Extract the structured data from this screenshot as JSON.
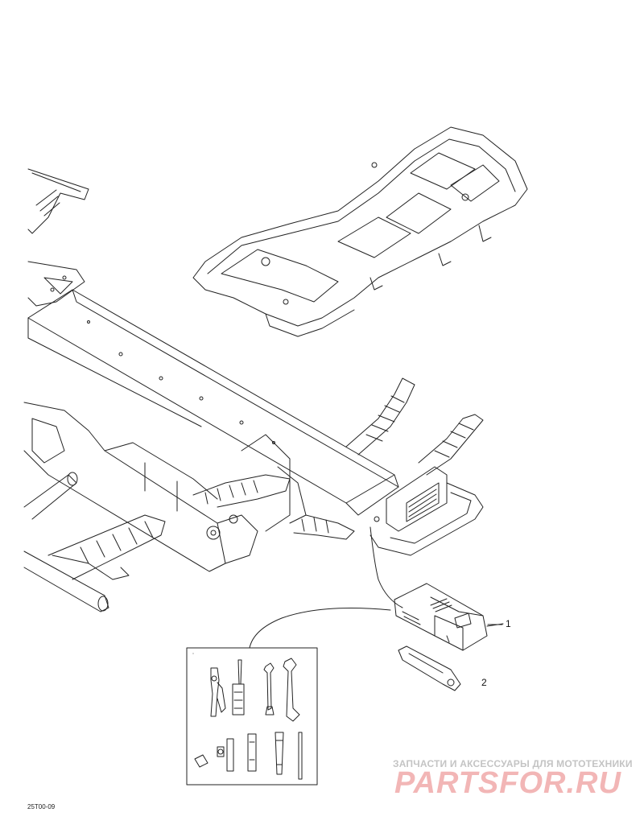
{
  "callouts": {
    "item_1": "1",
    "item_2": "2"
  },
  "diagram_id": "25T00-09",
  "watermark": {
    "top_line": "ЗАПЧАСТИ И АКСЕССУАРЫ ДЛЯ МОТОТЕХНИКИ",
    "logo": "PARTSFOR.RU",
    "color": "#f2b6b6"
  },
  "colors": {
    "line": "#222222",
    "background": "#ffffff"
  }
}
